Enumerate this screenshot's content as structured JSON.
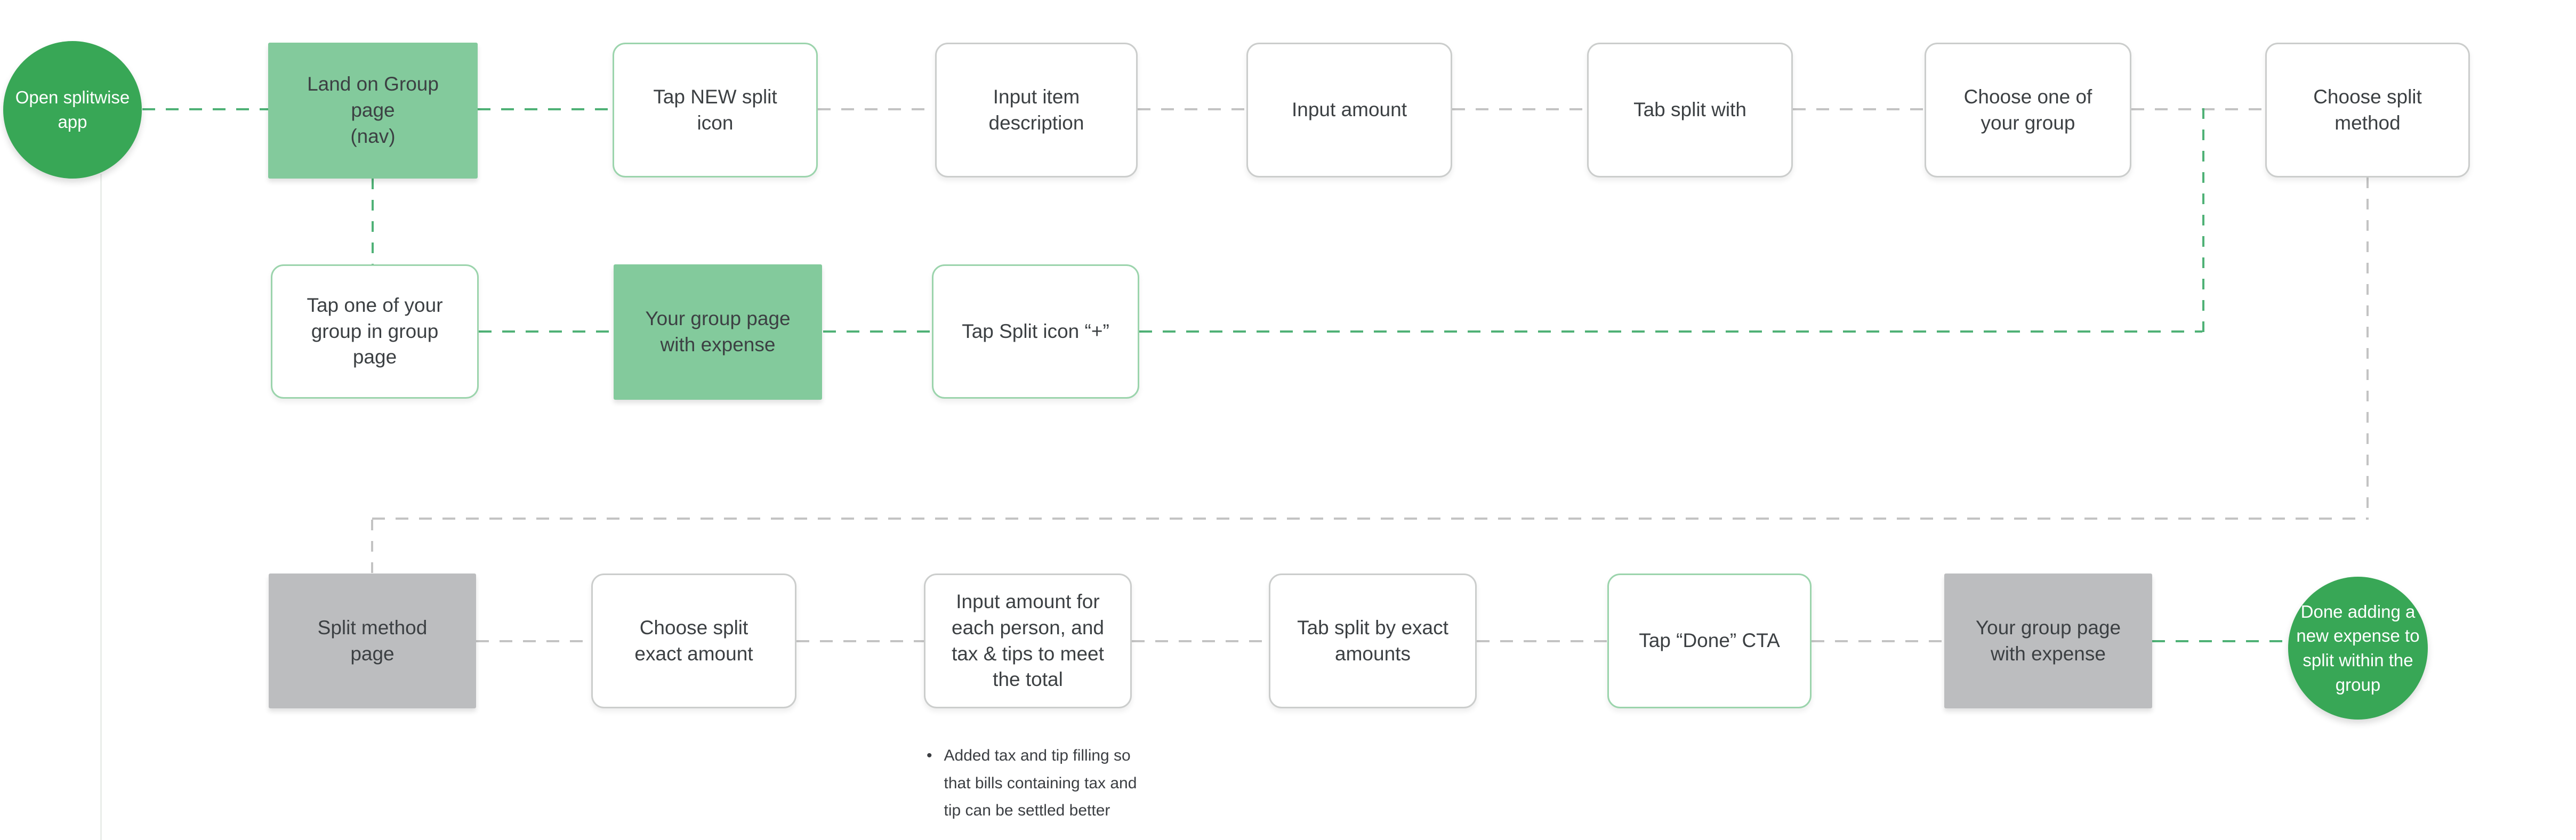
{
  "palette": {
    "accent_green": "#38a756",
    "light_green_fill": "#83ca9c",
    "green_border": "#9bd4ac",
    "gray_fill": "#bcbdbf",
    "green_dash": "#4fb176",
    "gray_dash": "#c3c3c3",
    "text": "#3c4043"
  },
  "nodes": {
    "start": {
      "label": "Open splitwise\napp"
    },
    "land_group": {
      "label": "Land on Group\npage\n(nav)"
    },
    "tap_new_split": {
      "label": "Tap NEW split\nicon"
    },
    "input_item": {
      "label": "Input item\ndescription"
    },
    "input_amount": {
      "label": "Input amount"
    },
    "tab_split_with": {
      "label": "Tab split with"
    },
    "choose_one_group": {
      "label": "Choose one of\nyour group"
    },
    "choose_split_method": {
      "label": "Choose split\nmethod"
    },
    "tap_one_group": {
      "label": "Tap one of your\ngroup in group\npage"
    },
    "your_group_page": {
      "label": "Your group page\nwith expense"
    },
    "tap_split_icon": {
      "label": "Tap Split icon “+”"
    },
    "split_method_page": {
      "label": "Split method\npage"
    },
    "choose_split_exact": {
      "label": "Choose split\nexact amount"
    },
    "input_amount_each": {
      "label": "Input amount for\neach person, and\ntax & tips to meet\nthe total"
    },
    "tab_split_exact": {
      "label": "Tab split by exact\namounts"
    },
    "tap_done_cta": {
      "label": "Tap “Done” CTA"
    },
    "your_group_page_2": {
      "label": "Your group page\nwith expense"
    },
    "done": {
      "label": "Done adding a\nnew expense to\nsplit within the\ngroup"
    }
  },
  "note": {
    "bullet": "•",
    "text": "Added tax and tip filling so\nthat bills containing tax and\ntip can be settled better"
  }
}
